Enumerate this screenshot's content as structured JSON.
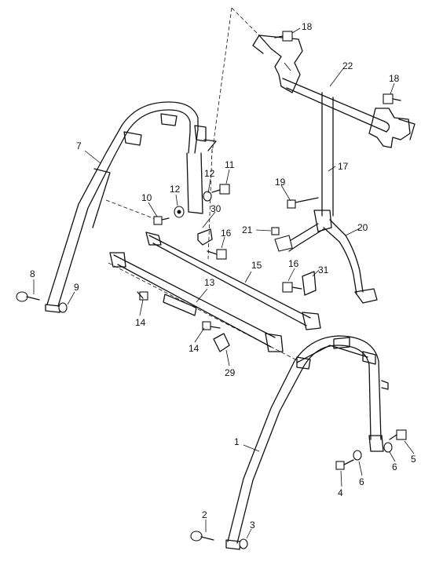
{
  "diagram": {
    "callouts": [
      {
        "id": "c1",
        "text": "1"
      },
      {
        "id": "c2",
        "text": "2"
      },
      {
        "id": "c3",
        "text": "3"
      },
      {
        "id": "c4",
        "text": "4"
      },
      {
        "id": "c5",
        "text": "5"
      },
      {
        "id": "c6a",
        "text": "6"
      },
      {
        "id": "c6b",
        "text": "6"
      },
      {
        "id": "c7",
        "text": "7"
      },
      {
        "id": "c8",
        "text": "8"
      },
      {
        "id": "c9",
        "text": "9"
      },
      {
        "id": "c10",
        "text": "10"
      },
      {
        "id": "c11",
        "text": "11"
      },
      {
        "id": "c12a",
        "text": "12"
      },
      {
        "id": "c12b",
        "text": "12"
      },
      {
        "id": "c13",
        "text": "13"
      },
      {
        "id": "c14a",
        "text": "14"
      },
      {
        "id": "c14b",
        "text": "14"
      },
      {
        "id": "c15",
        "text": "15"
      },
      {
        "id": "c16a",
        "text": "16"
      },
      {
        "id": "c16b",
        "text": "16"
      },
      {
        "id": "c17",
        "text": "17"
      },
      {
        "id": "c18a",
        "text": "18"
      },
      {
        "id": "c18b",
        "text": "18"
      },
      {
        "id": "c19",
        "text": "19"
      },
      {
        "id": "c20",
        "text": "20"
      },
      {
        "id": "c21",
        "text": "21"
      },
      {
        "id": "c22",
        "text": "22"
      },
      {
        "id": "c29",
        "text": "29"
      },
      {
        "id": "c30",
        "text": "30"
      },
      {
        "id": "c31",
        "text": "31"
      }
    ]
  }
}
